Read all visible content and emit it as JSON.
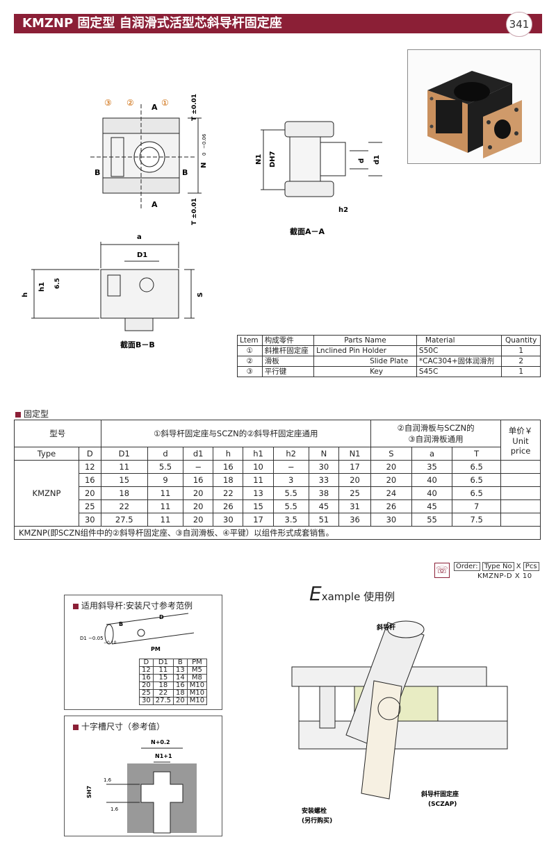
{
  "header": {
    "title": "KMZNP 固定型 自润滑式活型芯斜导杆固定座",
    "page_number": "341",
    "color": "#8b1f36"
  },
  "drawing_top": {
    "callouts": [
      "③",
      "②",
      "①"
    ],
    "section_marks": [
      "A",
      "A",
      "B",
      "B"
    ],
    "dims": [
      "T ±0.01",
      "N",
      "0",
      "−0.06",
      "T ±0.01"
    ]
  },
  "drawing_side": {
    "dims": [
      "N1",
      "DH7",
      "d",
      "d1",
      "h2"
    ],
    "caption": "截面A－A"
  },
  "drawing_bottom": {
    "dims": [
      "a",
      "D1",
      "h1",
      "6.5",
      "h",
      "S"
    ],
    "caption": "截面B－B"
  },
  "parts_table": {
    "header": [
      "Ltem",
      "构成零件",
      "Parts Name",
      "Material",
      "Quantity"
    ],
    "rows": [
      [
        "①",
        "斜推杆固定座",
        "Lnclined Pin Holder",
        "S50C",
        "1"
      ],
      [
        "②",
        "滑板",
        "Slide Plate",
        "*CAC304+固体润滑剂",
        "2"
      ],
      [
        "③",
        "平行键",
        "Key",
        "S45C",
        "1"
      ]
    ]
  },
  "spec_section": {
    "label": "固定型"
  },
  "spec_table": {
    "model_header": "型号",
    "group1_header": "①斜导杆固定座与SCZN的②斜导杆固定座通用",
    "group2_header_line1": "②自润滑板与SCZN的",
    "group2_header_line2": "③自润滑板通用",
    "price_line1": "单价￥",
    "price_line2": "Unit price",
    "columns": [
      "Type",
      "D",
      "D1",
      "d",
      "d1",
      "h",
      "h1",
      "h2",
      "N",
      "N1",
      "S",
      "a",
      "T"
    ],
    "type_value": "KMZNP",
    "rows": [
      [
        "12",
        "11",
        "5.5",
        "−",
        "16",
        "10",
        "−",
        "30",
        "17",
        "20",
        "35",
        "6.5"
      ],
      [
        "16",
        "15",
        "9",
        "16",
        "18",
        "11",
        "3",
        "33",
        "20",
        "20",
        "40",
        "6.5"
      ],
      [
        "20",
        "18",
        "11",
        "20",
        "22",
        "13",
        "5.5",
        "38",
        "25",
        "24",
        "40",
        "6.5"
      ],
      [
        "25",
        "22",
        "11",
        "20",
        "26",
        "15",
        "5.5",
        "45",
        "31",
        "26",
        "45",
        "7"
      ],
      [
        "30",
        "27.5",
        "11",
        "20",
        "30",
        "17",
        "3.5",
        "51",
        "36",
        "30",
        "55",
        "7.5"
      ]
    ],
    "note": "KMZNP(即SCZN组件中的②斜导杆固定座、③自润滑板、④平键）以组件形式成套销售。"
  },
  "order": {
    "label": "Order:",
    "type_no": "Type No",
    "x": "X",
    "pcs": "Pcs",
    "example": "KMZNP-D  X  10"
  },
  "panel_install": {
    "title": "适用斜导杆:安装尺寸参考范例",
    "dims": [
      "D",
      "B",
      "D1 −0.05",
      "−0.10",
      "PM"
    ],
    "table_header": [
      "D",
      "D1",
      "B",
      "PM"
    ],
    "table_rows": [
      [
        "12",
        "11",
        "13",
        "M5"
      ],
      [
        "16",
        "15",
        "14",
        "M8"
      ],
      [
        "20",
        "18",
        "16",
        "M10"
      ],
      [
        "25",
        "22",
        "18",
        "M10"
      ],
      [
        "30",
        "27.5",
        "20",
        "M10"
      ]
    ]
  },
  "panel_slot": {
    "title": "十字槽尺寸（参考值）",
    "dims": [
      "N+0.2",
      "N1+1",
      "SH7",
      "1.6",
      "1.6"
    ]
  },
  "example": {
    "title_E": "E",
    "title_rest": "xample",
    "title_cn": "使用例",
    "labels": [
      "斜导杆",
      "斜导杆固定座",
      "(SCZAP)",
      "安装螺栓",
      "(另行购买)"
    ]
  }
}
